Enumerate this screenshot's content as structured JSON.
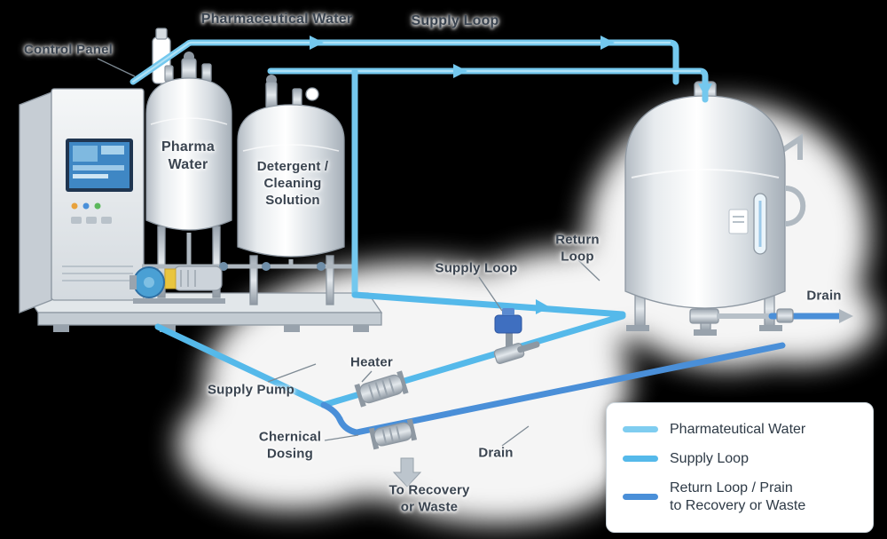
{
  "labels": {
    "control_panel": "Control Panel",
    "pharmaceutical_water": "Pharmaceutical Water",
    "supply_loop_top": "Supply Loop",
    "pharma_water_tank": "Pharma\nWater",
    "detergent_tank": "Detergent /\nCleaning\nSolution",
    "supply_loop_mid": "Supply Loop",
    "return_loop": "Return\nLoop",
    "drain_right": "Drain",
    "supply_pump": "Supply Pump",
    "heater": "Heater",
    "chemical_dosing": "Chernical\nDosing",
    "drain_bottom": "Drain",
    "to_recovery": "To Recovery\nor Waste"
  },
  "legend": {
    "items": [
      {
        "label": "Pharmateutical Water",
        "color": "#7fcdf0"
      },
      {
        "label": "Supply Loop",
        "color": "#55b9ea"
      },
      {
        "label": "Return Loop / Prain\nto Recovery or Waste",
        "color": "#4a8fd8"
      }
    ]
  },
  "colors": {
    "pharma_water_line": "#74c8ee",
    "supply_loop_line": "#55b9ea",
    "return_drain_line": "#4a8fd8",
    "background": "#000000",
    "label_text": "#3a4450"
  }
}
